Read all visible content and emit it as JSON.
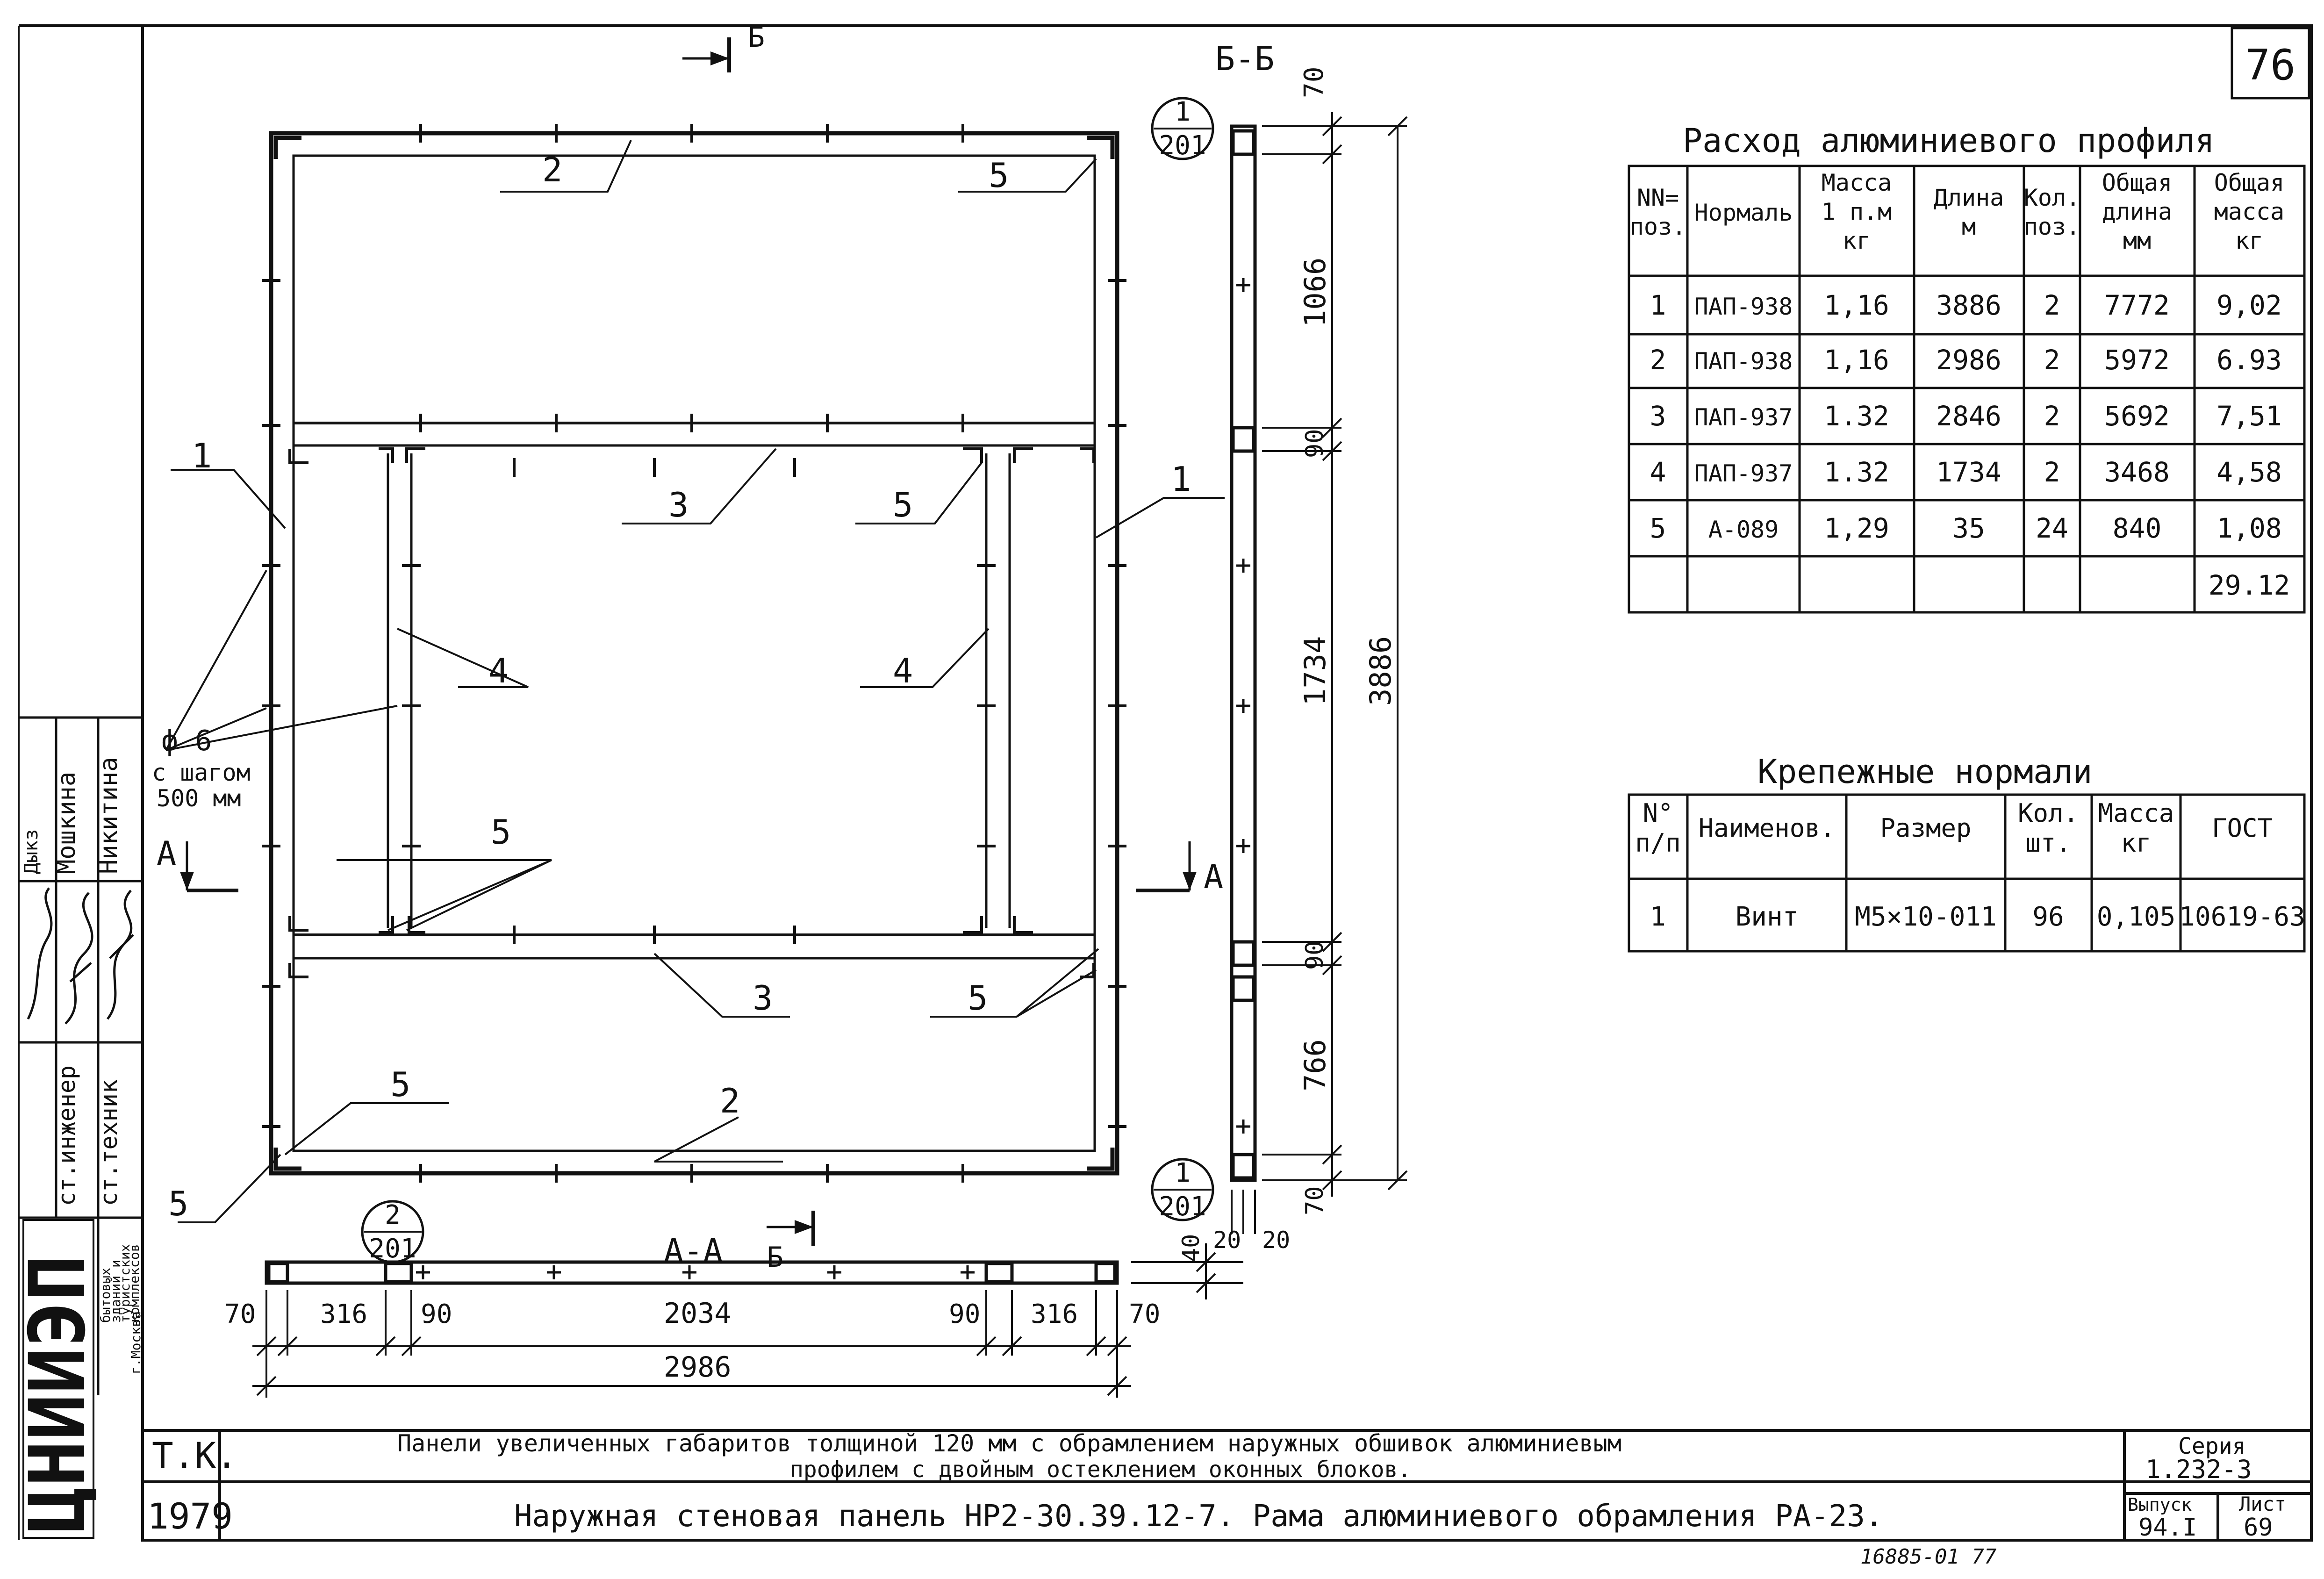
{
  "sheet_number": "76",
  "section_bb": "Б-Б",
  "section_aa": "А-А",
  "cut_label_b": "Б",
  "cut_label_a": "А",
  "callout_1": {
    "num": "1",
    "sheet": "201"
  },
  "callout_2": {
    "num": "2",
    "sheet": "201"
  },
  "position_labels": [
    "1",
    "2",
    "3",
    "4",
    "5"
  ],
  "fastener_note": {
    "line1": "ф 6",
    "line2": "с шагом",
    "line3": "500 мм"
  },
  "dims_vertical": {
    "top": "70",
    "upper": "1066",
    "mid1": "90",
    "middle": "1734",
    "mid2": "90",
    "lower": "766",
    "bottom": "70",
    "total": "3886"
  },
  "dims_section": {
    "thickness": "40",
    "w1": "20",
    "w2": "20"
  },
  "dims_horizontal": {
    "a": "70",
    "b": "316",
    "c": "90",
    "d": "2034",
    "e": "90",
    "f": "316",
    "g": "70",
    "total": "2986"
  },
  "profile_table": {
    "title": "Расход алюминиевого профиля",
    "headers": [
      [
        "NN=",
        "поз."
      ],
      [
        "Нормаль"
      ],
      [
        "Масса",
        "1 п.м",
        "кг"
      ],
      [
        "Длина",
        "м"
      ],
      [
        "Кол.",
        "поз."
      ],
      [
        "Общая",
        "длина",
        "мм"
      ],
      [
        "Общая",
        "масса",
        "кг"
      ]
    ],
    "rows": [
      [
        "1",
        "ПАП-938",
        "1,16",
        "3886",
        "2",
        "7772",
        "9,02"
      ],
      [
        "2",
        "ПАП-938",
        "1,16",
        "2986",
        "2",
        "5972",
        "6.93"
      ],
      [
        "3",
        "ПАП-937",
        "1.32",
        "2846",
        "2",
        "5692",
        "7,51"
      ],
      [
        "4",
        "ПАП-937",
        "1.32",
        "1734",
        "2",
        "3468",
        "4,58"
      ],
      [
        "5",
        "А-089",
        "1,29",
        "35",
        "24",
        "840",
        "1,08"
      ],
      [
        "",
        "",
        "",
        "",
        "",
        "",
        "29.12"
      ]
    ]
  },
  "fastener_table": {
    "title": "Крепежные нормали",
    "headers": [
      [
        "N°",
        "п/п"
      ],
      [
        "Наименов."
      ],
      [
        "Размер"
      ],
      [
        "Кол.",
        "шт."
      ],
      [
        "Масса",
        "кг"
      ],
      [
        "ГОСТ"
      ]
    ],
    "rows": [
      [
        "1",
        "Винт",
        "М5×10-011",
        "96",
        "0,105",
        "10619-63"
      ]
    ]
  },
  "stamp": {
    "org_logo": "ЦНИИЭП",
    "org_lines": [
      "бытовых",
      "зданий и",
      "туристских",
      "комплексов",
      "г.Москва"
    ],
    "roles": [
      "ст.инженер",
      "ст.техник"
    ],
    "names": [
      "Мошкина",
      "Никитина"
    ],
    "top_role": "Дыкз",
    "code": "Т.К.",
    "year": "1979",
    "title_line1": "Панели увеличенных габаритов толщиной 120 мм с обрамлением наружных обшивок алюминиевым",
    "title_line2": "профилем с двойным остеклением оконных блоков.",
    "title_line3": "Наружная стеновая панель НР2-30.39.12-7. Рама алюминиевого обрамления РА-23.",
    "series_label": "Серия",
    "series_value": "1.232-3",
    "issue_label": "Выпуск",
    "issue_value": "94.I",
    "sheet_label": "Лист",
    "sheet_value": "69",
    "archive_no": "16885-01 77"
  }
}
